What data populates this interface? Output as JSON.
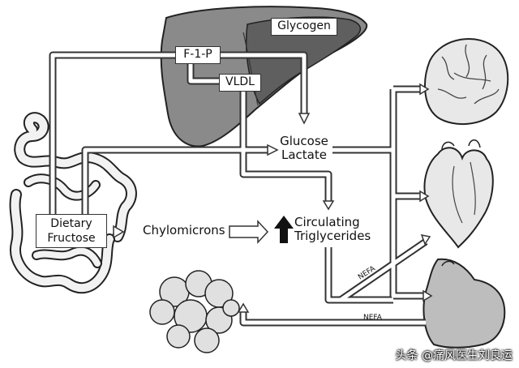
{
  "labels": {
    "glycogen": "Glycogen",
    "f1p": "F-1-P",
    "vldl": "VLDL",
    "glucose": "Glucose",
    "lactate": "Lactate",
    "dietary": "Dietary",
    "fructose": "Fructose",
    "chylomicrons": "Chylomicrons",
    "circulating": "Circulating",
    "triglycerides": "Triglycerides",
    "nefa_upper": "NEFA",
    "nefa_lower": "NEFA"
  },
  "watermark": "头条 @痛风医生刘良运",
  "colors": {
    "liver_light": "#8a8a8a",
    "liver_dark": "#5a5a5a",
    "organ_fill": "#e8e8e8",
    "muscle_fill": "#bdbdbd",
    "arrow_fill": "#ffffff",
    "stroke": "#333333"
  }
}
